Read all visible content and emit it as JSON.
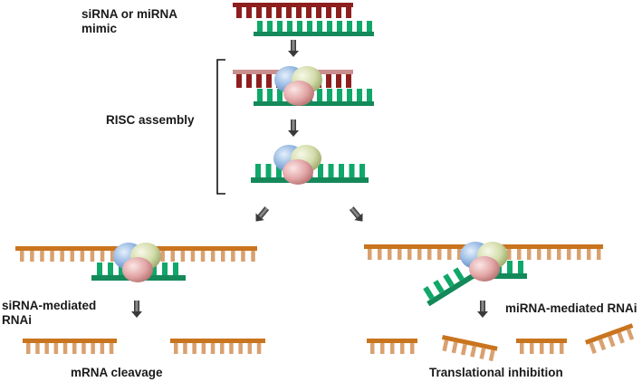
{
  "labels": {
    "sirna_mimic_line1": "siRNA or miRNA",
    "sirna_mimic_line2": "mimic",
    "risc_assembly": "RISC assembly",
    "sirna_mediated_line1": "siRNA-mediated",
    "sirna_mediated_line2": "RNAi",
    "mirna_mediated": "miRNA-mediated RNAi",
    "mrna_cleavage": "mRNA cleavage",
    "translational_inhibition": "Translational inhibition"
  },
  "colors": {
    "passenger_strand": "#8e1f1f",
    "passenger_strand_light": "#c98f8f",
    "guide_strand": "#10a86a",
    "guide_backbone": "#14895a",
    "mrna_backbone": "#c9741e",
    "mrna_teeth": "#d9a170",
    "risc_blue": "#8fb4e0",
    "risc_green": "#d3dcaa",
    "risc_pink": "#e3a6a6",
    "arrow_dark": "#3a3a3a",
    "bracket": "#111111"
  }
}
